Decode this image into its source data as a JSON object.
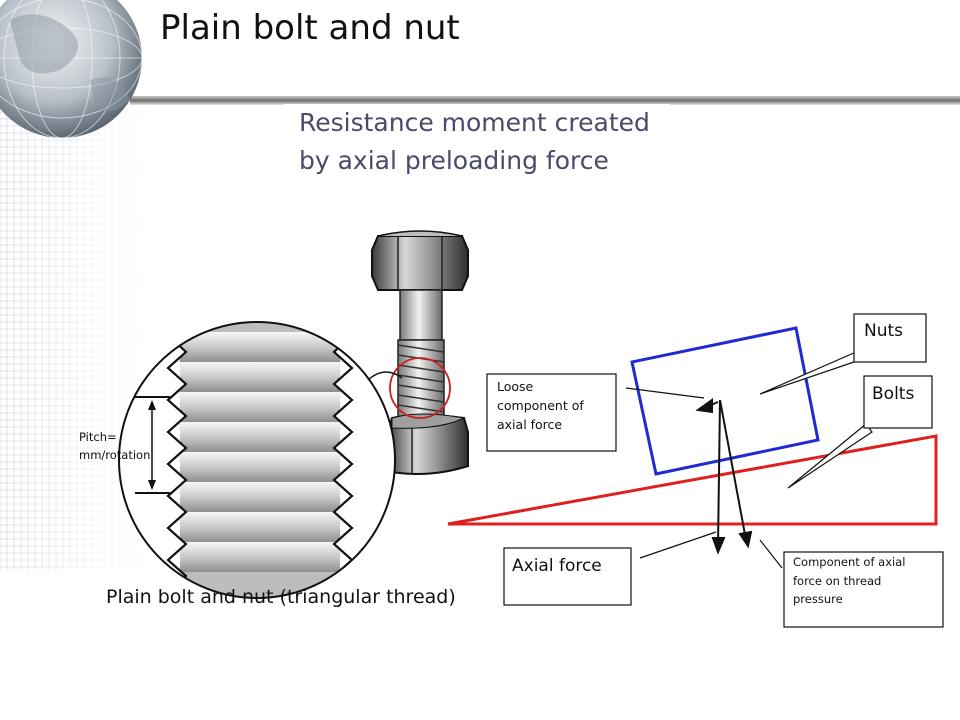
{
  "slide": {
    "title": "Plain bolt and nut",
    "subtitle_line1": "Resistance moment created",
    "subtitle_line2": "by axial preloading force"
  },
  "thread_detail": {
    "pitch_line1": "Pitch=",
    "pitch_line2": "mm/rotation",
    "caption": "Plain bolt and nut (triangular thread)"
  },
  "callouts": {
    "nuts": "Nuts",
    "bolts": "Bolts",
    "loose_line1": "Loose",
    "loose_line2": "component of",
    "loose_line3": "axial force",
    "axial_force": "Axial force",
    "component_line1": "Component of axial",
    "component_line2": "force on thread",
    "component_line3": "pressure"
  },
  "colors": {
    "nut_block": "#1f2bd1",
    "bolt_wedge": "#e02020",
    "thread_highlight": "#cc2020"
  }
}
